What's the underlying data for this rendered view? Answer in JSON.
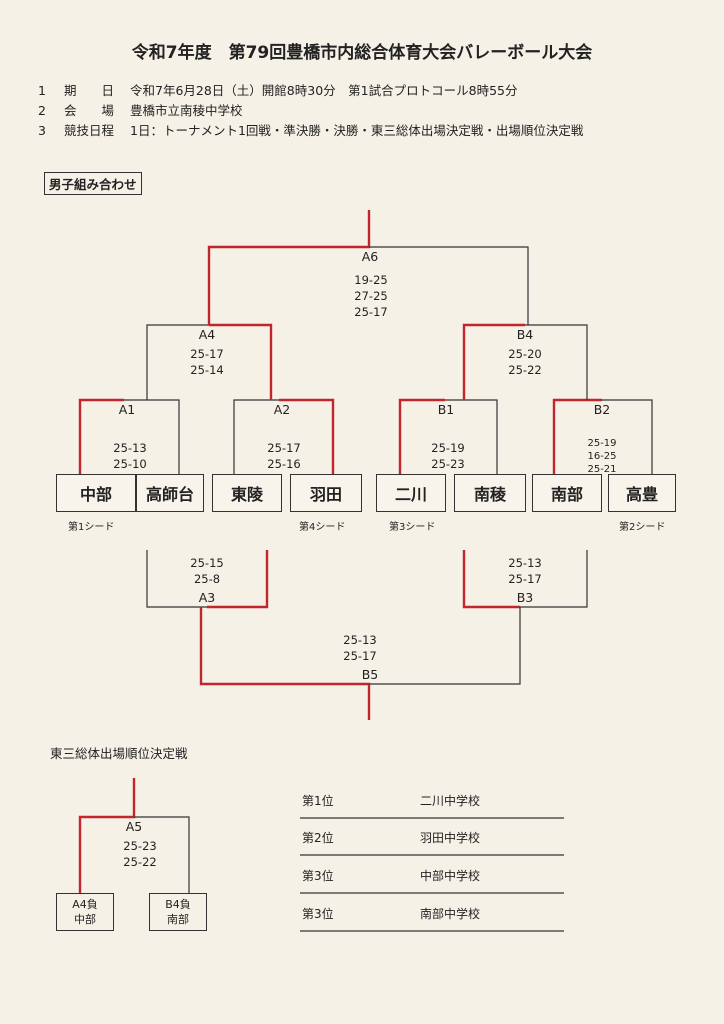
{
  "title": "令和7年度　第79回豊橋市内総合体育大会バレーボール大会",
  "info": [
    {
      "num": "1",
      "label": "期　　日",
      "value": "令和7年6月28日（土）開館8時30分　第1試合プロトコール8時55分"
    },
    {
      "num": "2",
      "label": "会　　場",
      "value": "豊橋市立南稜中学校"
    },
    {
      "num": "3",
      "label": "競技日程",
      "value": "1日：トーナメント1回戦・準決勝・決勝・東三総体出場決定戦・出場順位決定戦"
    }
  ],
  "section_label": "男子組み合わせ",
  "teams": [
    "中部",
    "高師台",
    "東陵",
    "羽田",
    "二川",
    "南稜",
    "南部",
    "高豊"
  ],
  "seeds": [
    "第1シード",
    "第4シード",
    "第3シード",
    "第2シード"
  ],
  "matches": {
    "A1": {
      "label": "A1",
      "scores": [
        "25-13",
        "25-10"
      ]
    },
    "A2": {
      "label": "A2",
      "scores": [
        "25-17",
        "25-16"
      ]
    },
    "B1": {
      "label": "B1",
      "scores": [
        "25-19",
        "25-23"
      ]
    },
    "B2": {
      "label": "B2",
      "scores": [
        "25-19",
        "16-25",
        "25-21"
      ]
    },
    "A4": {
      "label": "A4",
      "scores": [
        "25-17",
        "25-14"
      ]
    },
    "B4": {
      "label": "B4",
      "scores": [
        "25-20",
        "25-22"
      ]
    },
    "A6": {
      "label": "A6",
      "scores": [
        "19-25",
        "27-25",
        "25-17"
      ]
    },
    "A3": {
      "label": "A3",
      "scores": [
        "25-15",
        "25-8"
      ]
    },
    "B3": {
      "label": "B3",
      "scores": [
        "25-13",
        "25-17"
      ]
    },
    "B5": {
      "label": "B5",
      "scores": [
        "25-13",
        "25-17"
      ]
    },
    "A5": {
      "label": "A5",
      "scores": [
        "25-23",
        "25-22"
      ]
    }
  },
  "placement_title": "東三総体出場順位決定戦",
  "placement_boxes": [
    {
      "line1": "A4負",
      "line2": "中部"
    },
    {
      "line1": "B4負",
      "line2": "南部"
    }
  ],
  "rankings": [
    {
      "rank": "第1位",
      "school": "二川中学校"
    },
    {
      "rank": "第2位",
      "school": "羽田中学校"
    },
    {
      "rank": "第3位",
      "school": "中部中学校"
    },
    {
      "rank": "第3位",
      "school": "南部中学校"
    }
  ],
  "colors": {
    "winner_line": "#c0262c",
    "loser_line": "#333333",
    "paper": "#f6f1e7"
  }
}
